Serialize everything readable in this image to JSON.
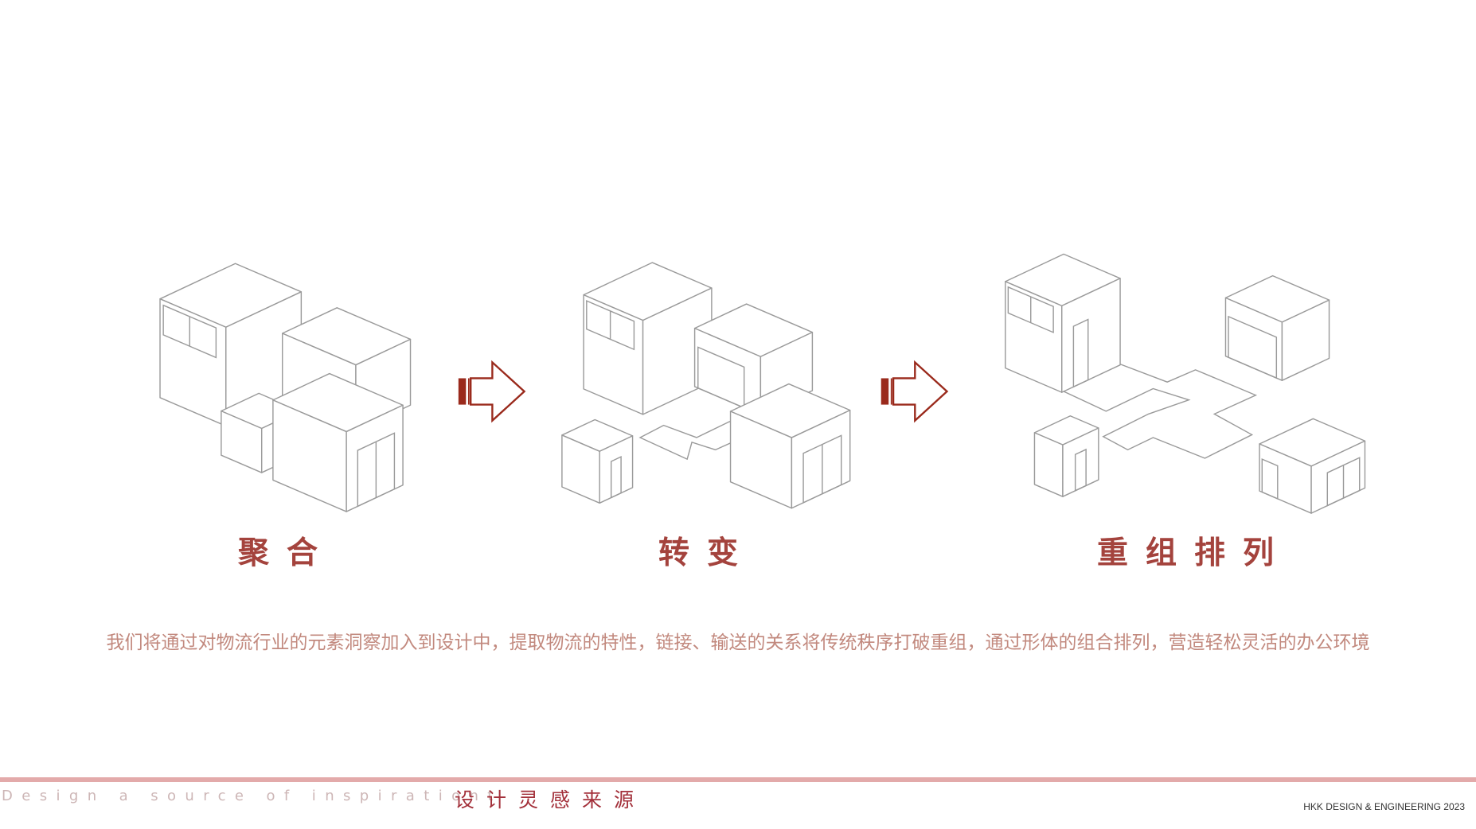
{
  "stages": [
    {
      "label": "聚合",
      "illustration": "aggregated-boxes"
    },
    {
      "label": "转变",
      "illustration": "transforming-boxes"
    },
    {
      "label": "重组排列",
      "illustration": "rearranged-boxes"
    }
  ],
  "arrows": [
    "arrow-right-icon",
    "arrow-right-icon"
  ],
  "description": "我们将通过对物流行业的元素洞察加入到设计中，提取物流的特性，链接、输送的关系将传统秩序打破重组，通过形体的组合排列，营造轻松灵活的办公环境",
  "footer": {
    "tagline_en": "Design a source of inspirationt",
    "tagline_cn": "设计灵感来源",
    "company": "HKK DESIGN & ENGINEERING 2023"
  },
  "colors": {
    "accent": "#a4433d",
    "arrow": "#9a2a1c",
    "line": "#9a9a9a",
    "rule": "#e3aaaa",
    "paragraph": "#c2897e"
  }
}
